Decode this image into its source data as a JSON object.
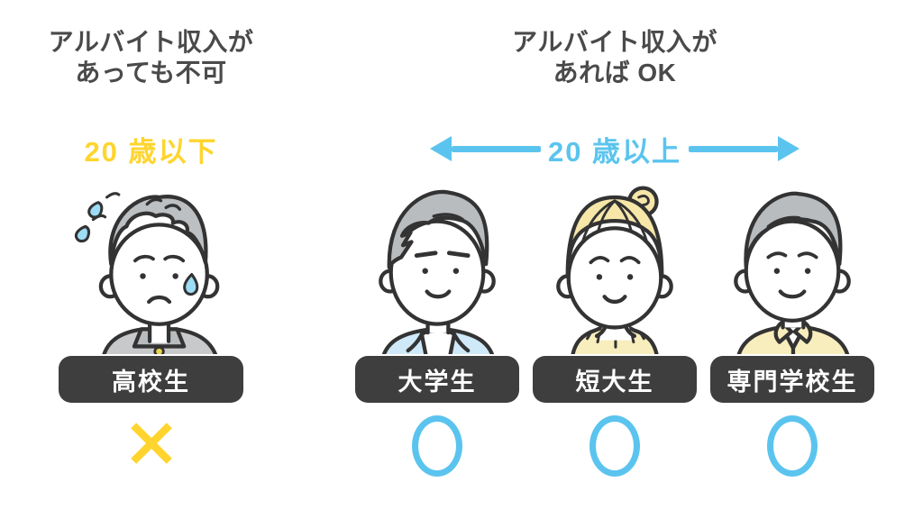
{
  "colors": {
    "heading_text": "#4a4a4a",
    "yellow_accent": "#ffd42e",
    "blue_accent": "#5bc4ee",
    "badge_background": "#3e3e3e",
    "badge_text": "#ffffff",
    "outline": "#333333",
    "hair_gray": "#bdc0c2",
    "hair_blonde": "#f6e7a9",
    "uniform_gray": "#c7c9cb",
    "jacket_blue": "#cfe9f8",
    "clothes_yellow": "#f8eebd",
    "sweat_blue": "#9ddcf5"
  },
  "left_section": {
    "heading_line1": "アルバイト収入が",
    "heading_line2": "あっても不可",
    "age_label": "20 歳以下",
    "person": {
      "name": "高校生",
      "mark": "✕",
      "mark_meaning": "not-eligible",
      "illustration": "worried-high-school-boy-gray-uniform-sweat-drops"
    }
  },
  "right_section": {
    "heading_line1": "アルバイト収入が",
    "heading_line2": "あれば OK",
    "age_label": "20 歳以上",
    "arrow": "double-headed-horizontal",
    "persons": [
      {
        "name": "大学生",
        "mark": "○",
        "mark_meaning": "eligible",
        "illustration": "university-student-blue-jacket"
      },
      {
        "name": "短大生",
        "mark": "○",
        "mark_meaning": "eligible",
        "illustration": "junior-college-student-blonde-bun-yellow-top"
      },
      {
        "name": "専門学校生",
        "mark": "○",
        "mark_meaning": "eligible",
        "illustration": "vocational-school-student-yellow-jacket"
      }
    ]
  }
}
